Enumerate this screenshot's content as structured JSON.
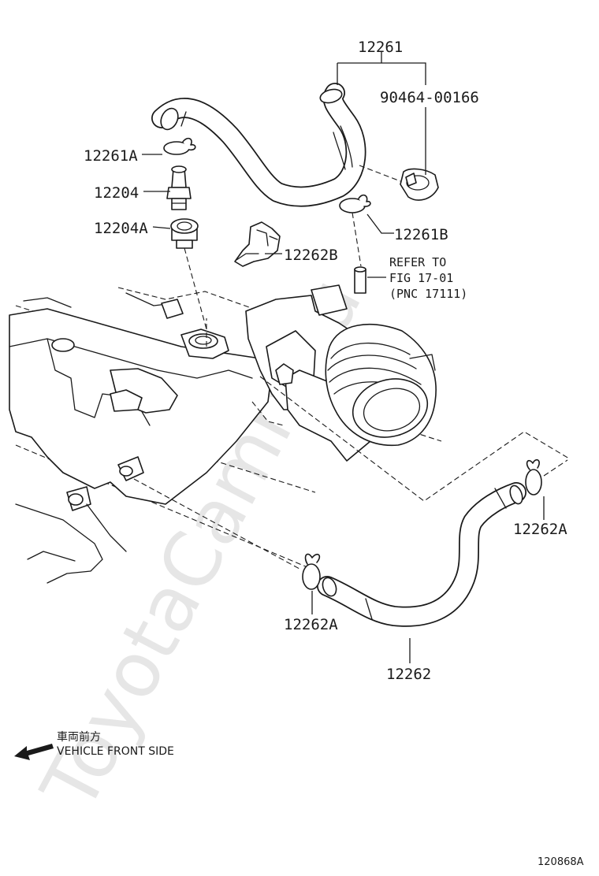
{
  "watermark": "ToyotaCamry.ru",
  "figure_code": "120868A",
  "direction": {
    "label_jp": "車両前方",
    "label_en": "VEHICLE FRONT SIDE"
  },
  "refer": {
    "line1": "REFER TO",
    "line2": "FIG 17-01",
    "line3": "(PNC 17111)"
  },
  "callouts": {
    "hose_12261": "12261",
    "clamp_90464": "90464-00166",
    "clip_12261A": "12261A",
    "valve_12204": "12204",
    "grommet_12204A": "12204A",
    "clip_12261B": "12261B",
    "bracket_12262B": "12262B",
    "clip_12262A_right": "12262A",
    "clip_12262A_left": "12262A",
    "hose_12262": "12262"
  },
  "colors": {
    "line": "#1a1a1a",
    "watermark": "#e6e6e6",
    "background": "#ffffff"
  }
}
